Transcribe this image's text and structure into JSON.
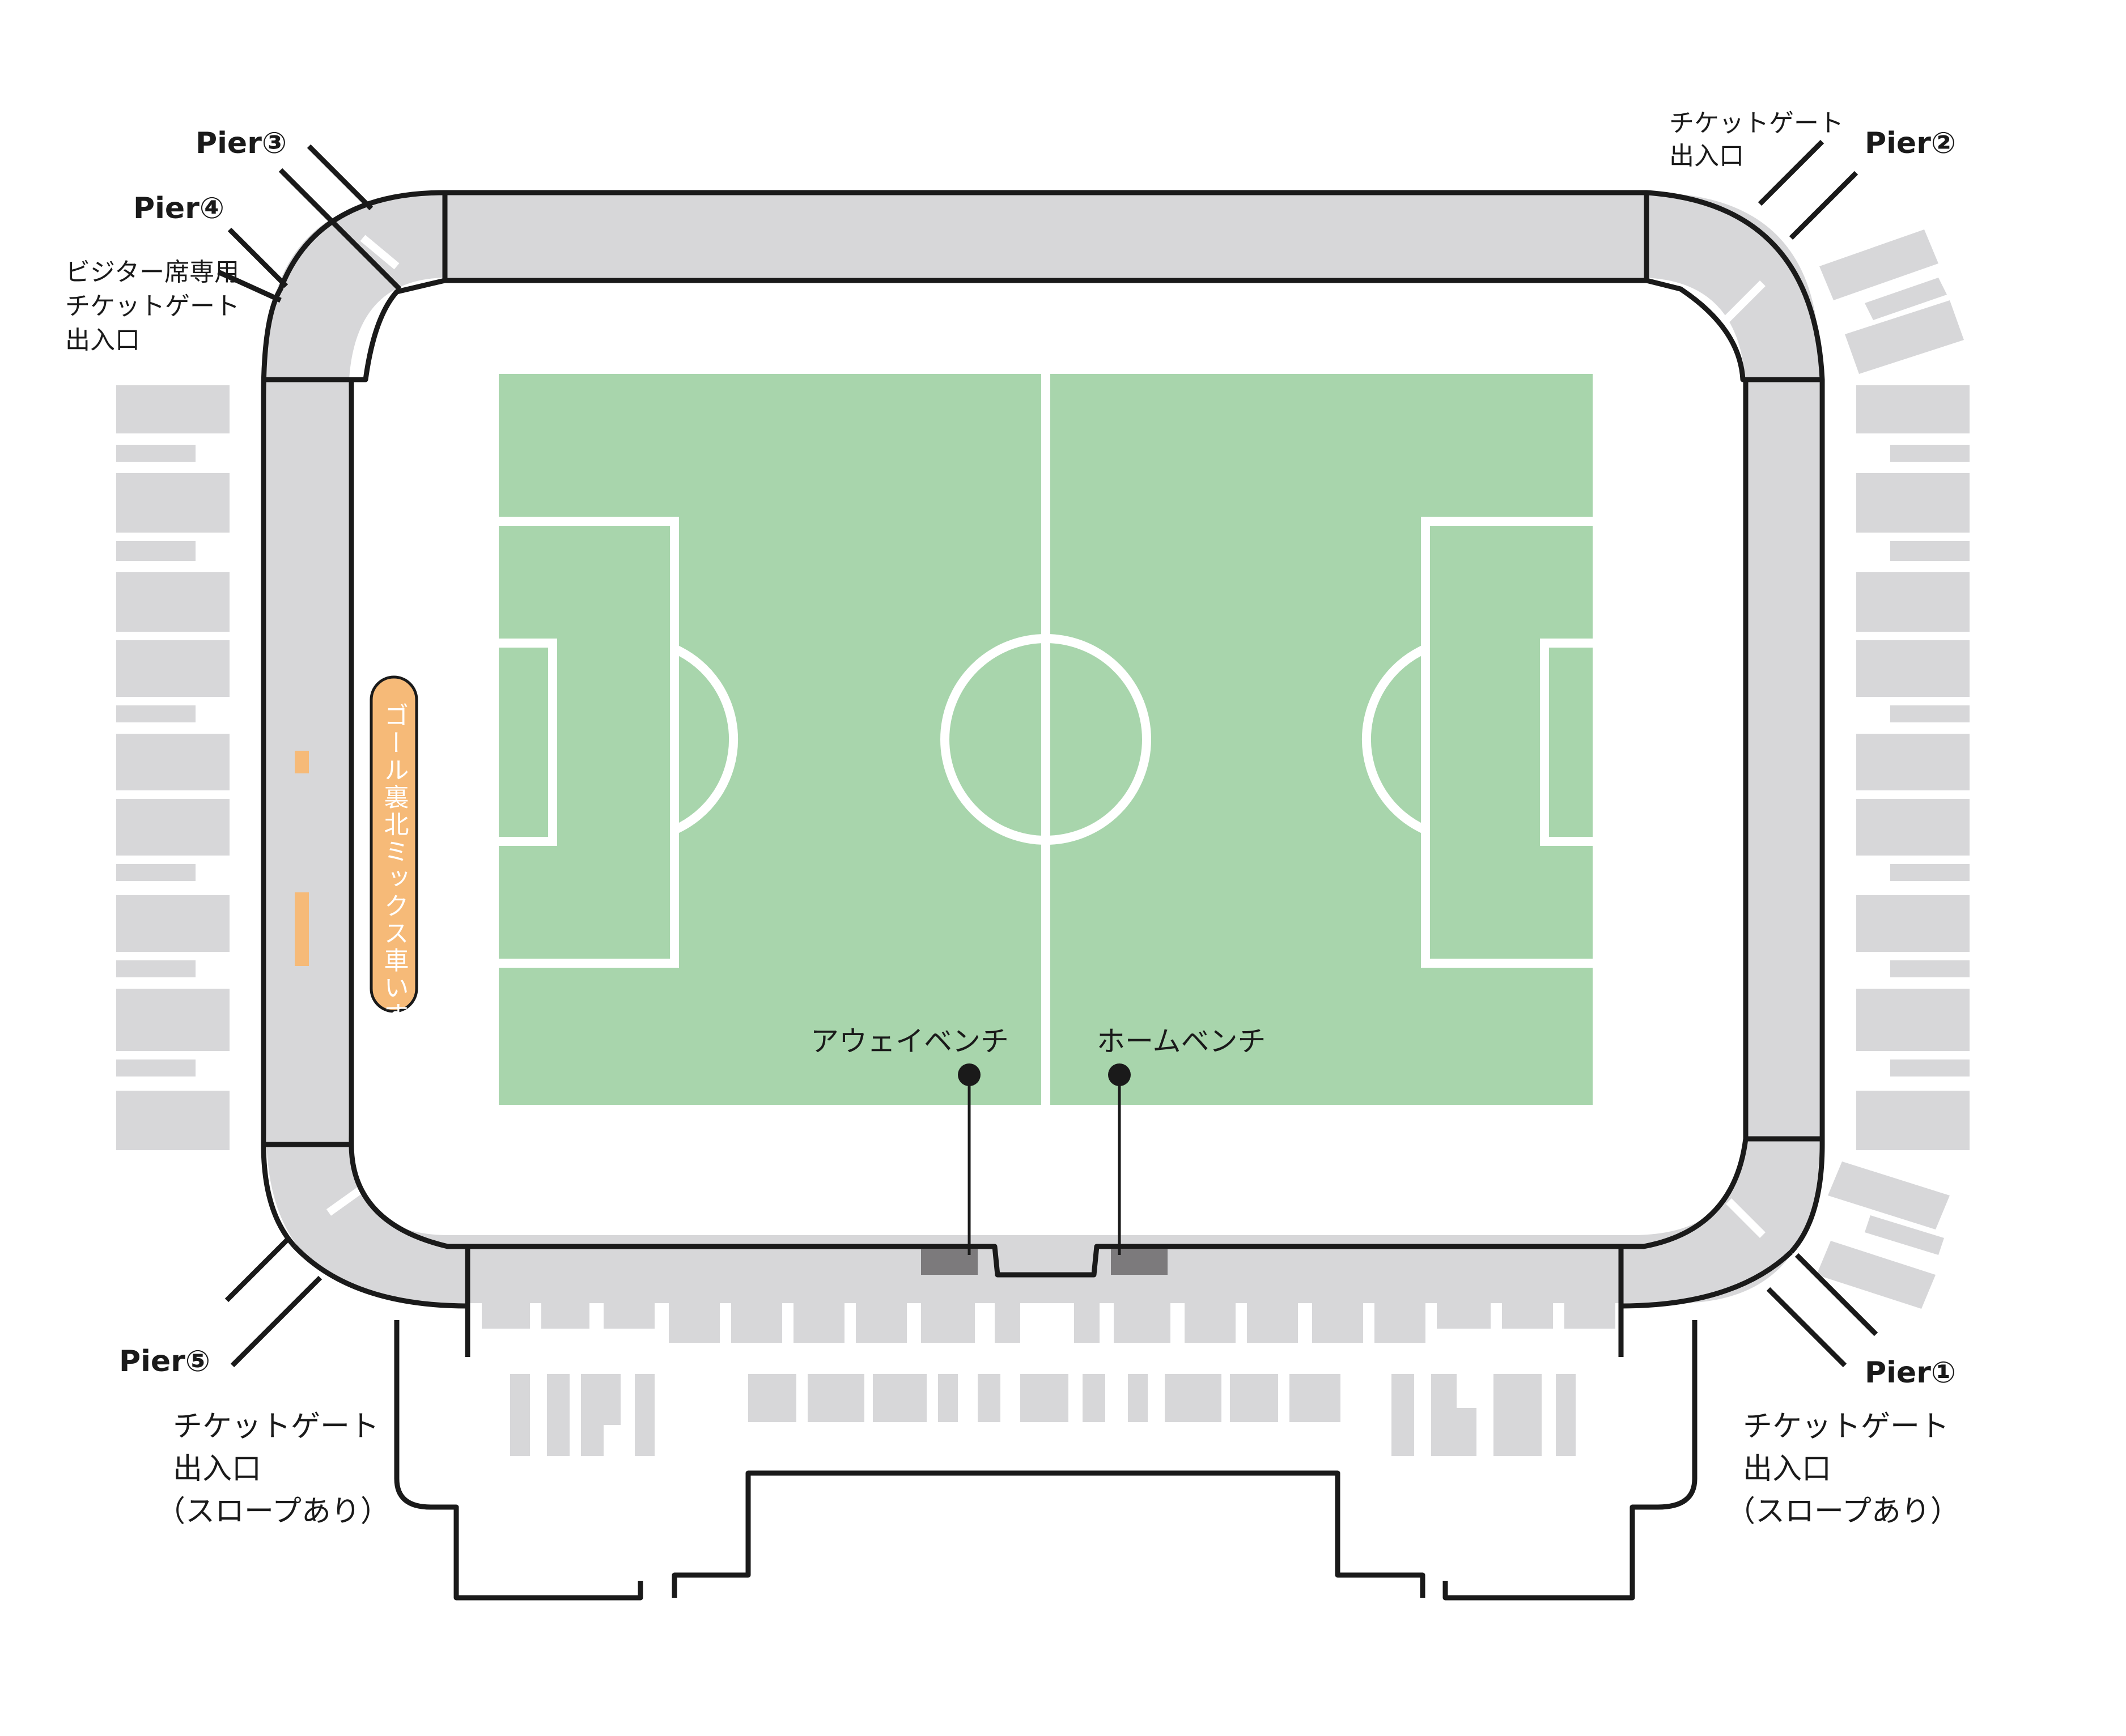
{
  "piers": {
    "pier1": "Pier①",
    "pier2": "Pier②",
    "pier3": "Pier③",
    "pier4": "Pier④",
    "pier5": "Pier⑤"
  },
  "gates": {
    "top_right": [
      "チケットゲート",
      "出入口"
    ],
    "visitor": [
      "ビジター席専用",
      "チケットゲート",
      "出入口"
    ],
    "bottom_left": [
      "チケットゲート",
      "出入口",
      "（スロープあり）"
    ],
    "bottom_right": [
      "チケットゲート",
      "出入口",
      "（スロープあり）"
    ]
  },
  "benches": {
    "away": "アウェイベンチ",
    "home": "ホームベンチ"
  },
  "wheelchair_area": "ゴール裏北ミックス車いす",
  "colors": {
    "pitch": "#a8d5ac",
    "seat": "#d7d7d9",
    "bench_box": "#7c7a7c",
    "wheelchair": "#f6ba78",
    "outline": "#1a1a1a"
  }
}
